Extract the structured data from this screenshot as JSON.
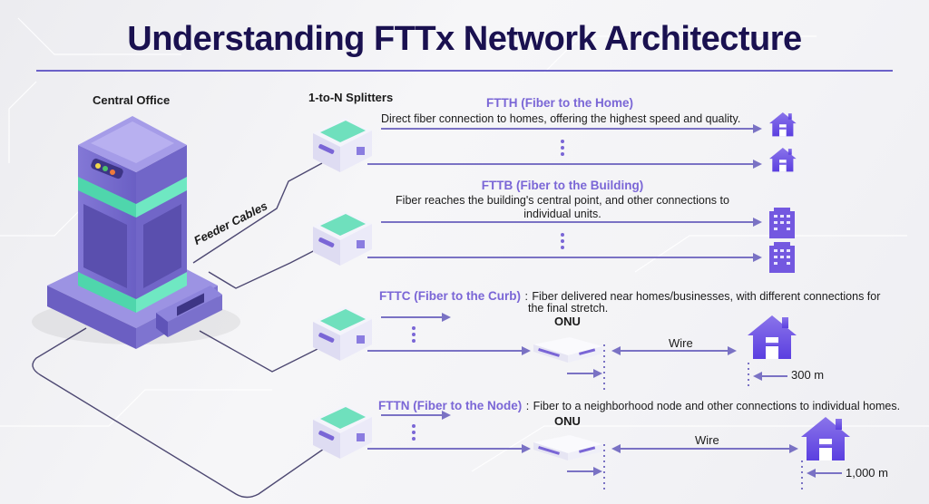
{
  "title": "Understanding FTTx Network Architecture",
  "colors": {
    "title": "#1a1150",
    "accent": "#7a66d6",
    "device_purple": "#6f62c9",
    "device_green": "#5ee0b7",
    "line": "#7a72c4"
  },
  "central_office": {
    "label": "Central Office",
    "icon": "server-tower-icon"
  },
  "feeder_label": "Feeder Cables",
  "splitters_label": "1-to-N Splitters",
  "sections": [
    {
      "id": "ftth",
      "heading": "FTTH (Fiber to the Home)",
      "description": "Direct fiber connection to homes, offering the highest speed and quality.",
      "endpoint_icon": "house-icon"
    },
    {
      "id": "fttb",
      "heading": "FTTB (Fiber to the Building)",
      "description_line1": "Fiber reaches the building's central point, and other connections to",
      "description_line2": "individual units.",
      "endpoint_icon": "building-icon"
    },
    {
      "id": "fttc",
      "heading": "FTTC (Fiber to the Curb)",
      "separator": ":",
      "description_line1": "Fiber delivered near homes/businesses, with different connections for",
      "description_line2": "the final stretch.",
      "onu_label": "ONU",
      "wire_label": "Wire",
      "distance": "300 m",
      "endpoint_icon": "house-icon"
    },
    {
      "id": "fttn",
      "heading": "FTTN (Fiber to the Node)",
      "separator": ":",
      "description": "Fiber to a neighborhood node and other connections to individual homes.",
      "onu_label": "ONU",
      "wire_label": "Wire",
      "distance": "1,000 m",
      "endpoint_icon": "house-icon"
    }
  ]
}
